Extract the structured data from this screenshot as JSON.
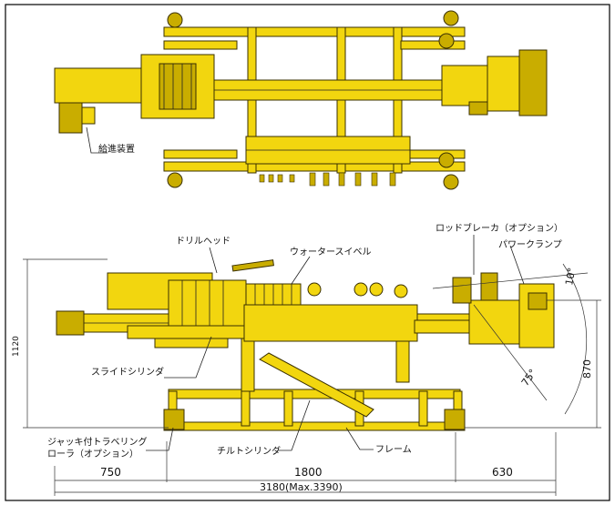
{
  "colors": {
    "machine": "#f2d60f",
    "machine_shade": "#c9ad00",
    "outline": "#3a3000",
    "ink": "#111111",
    "frame": "#000000"
  },
  "labels": {
    "feed_device": "給進装置",
    "drill_head": "ドリルヘッド",
    "water_swivel": "ウォータースイベル",
    "rod_breaker": "ロッドブレーカ（オプション）",
    "power_clamp": "パワークランプ",
    "slide_cylinder": "スライドシリンダ",
    "jack_roller_line1": "ジャッキ付トラベリング",
    "jack_roller_line2": "ローラ（オプション）",
    "tilt_cylinder": "チルトシリンダ",
    "frame": "フレーム"
  },
  "dimensions": {
    "height_left": "1120",
    "height_right": "870",
    "angle_top": "10°",
    "angle_bottom": "75°",
    "seg_left": "750",
    "seg_mid": "1800",
    "seg_right": "630",
    "total": "3180(Max.3390)"
  }
}
